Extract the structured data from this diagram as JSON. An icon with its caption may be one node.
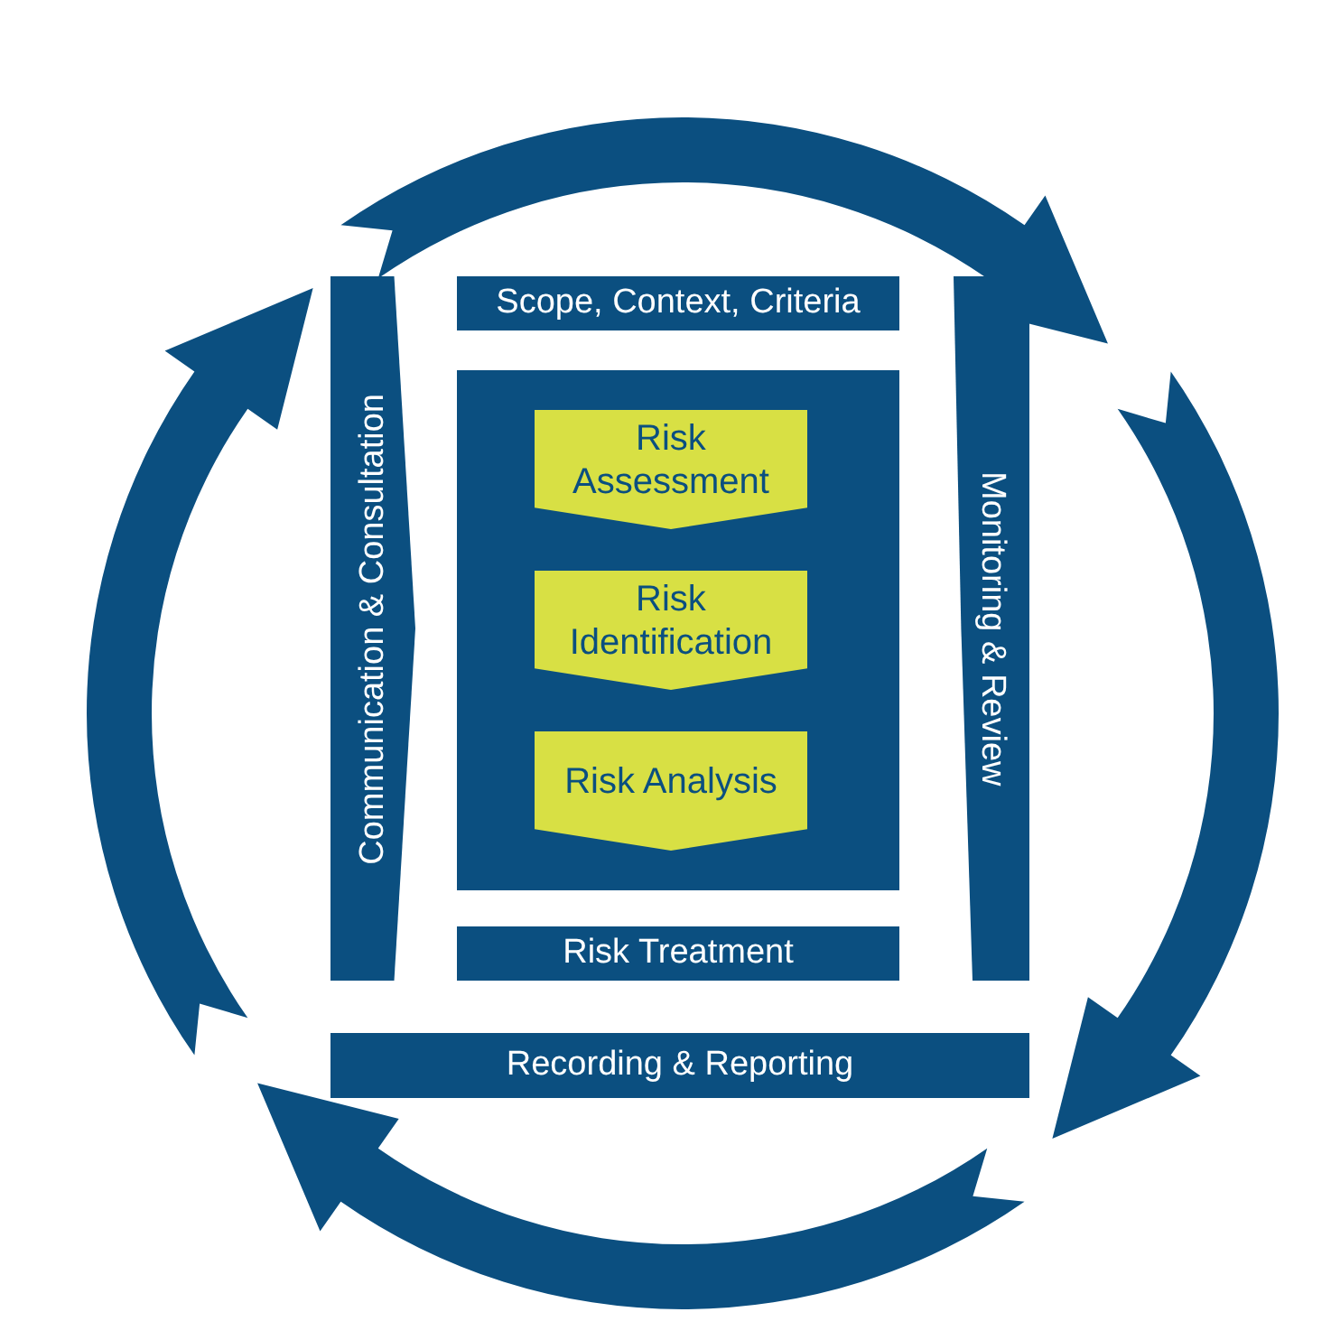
{
  "diagram": {
    "nodes": [
      {
        "text": [
          "Communication & Consultation"
        ]
      },
      {
        "text": [
          "Scope, Context, Criteria"
        ]
      },
      {
        "text": [],
        "shape": "box"
      },
      {
        "text": [
          "Risk Assessment"
        ],
        "in": 2
      },
      {
        "text": [
          "Risk Identification"
        ],
        "in": 2
      },
      {
        "text": [
          "Risk Analysis"
        ],
        "in": 2
      },
      {
        "text": [
          "Monitoring & Review"
        ]
      },
      {
        "text": [
          "Risk Treatment"
        ]
      },
      {
        "text": [
          "Recording & Reporting"
        ]
      }
    ],
    "edges": []
  }
}
